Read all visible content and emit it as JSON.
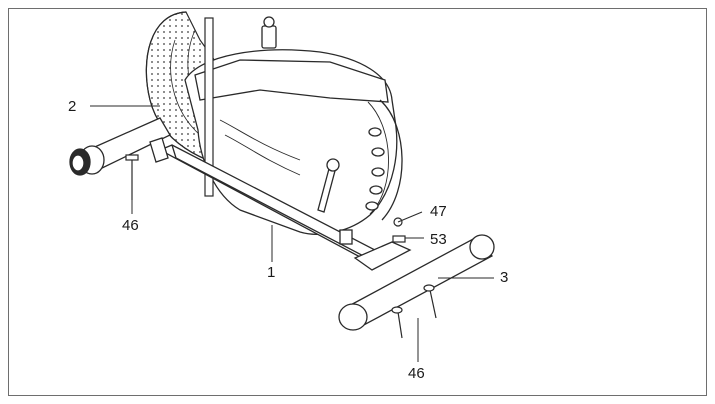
{
  "callouts": {
    "frame_part": "1",
    "rear_stabilizer": "2",
    "front_stabilizer": "3",
    "bolt_rear": "46",
    "bolt_front": "46",
    "washer": "47",
    "nut": "53"
  },
  "colors": {
    "line": "#2a2a2a",
    "frame_border": "#6e6e6e",
    "dots": "#6a6a6a"
  }
}
